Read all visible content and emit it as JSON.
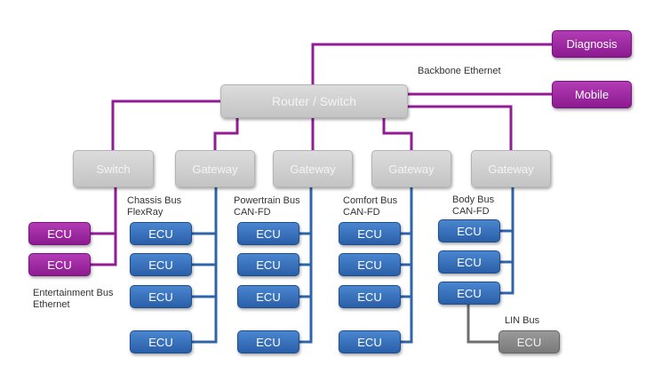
{
  "colors": {
    "backbone": "#921c96",
    "can": "#2e64aa",
    "lin": "#6e6e6e"
  },
  "nodes": {
    "router": "Router / Switch",
    "diagnosis": "Diagnosis",
    "mobile": "Mobile",
    "switch": "Switch",
    "gateway": "Gateway",
    "ecu": "ECU"
  },
  "labels": {
    "backbone": "Backbone Ethernet",
    "chassis": [
      "Chassis Bus",
      "FlexRay"
    ],
    "powertrain": [
      "Powertrain Bus",
      "CAN-FD"
    ],
    "comfort": [
      "Comfort Bus",
      "CAN-FD"
    ],
    "body": [
      "Body Bus",
      "CAN-FD"
    ],
    "entertainment": [
      "Entertainment Bus",
      "Ethernet"
    ],
    "lin": "LIN Bus"
  }
}
